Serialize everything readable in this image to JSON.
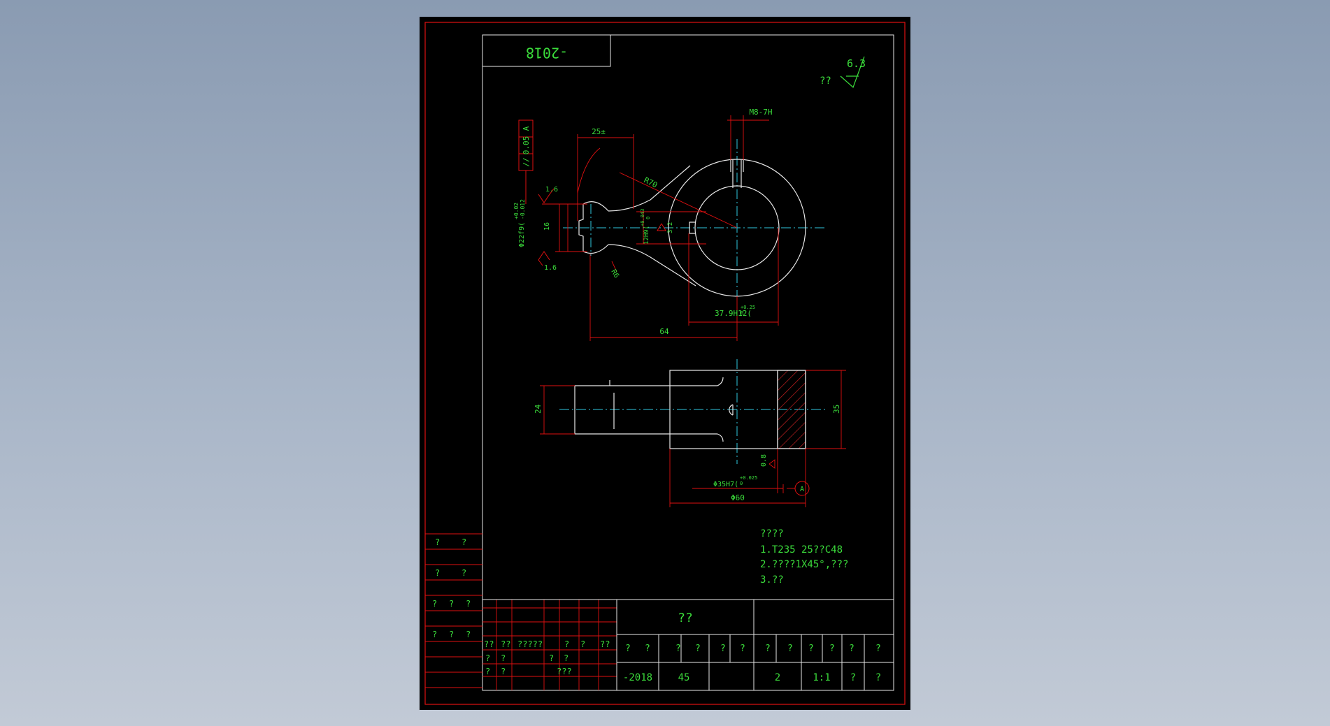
{
  "colors": {
    "frame": "#e01010",
    "border": "#e8e8e8",
    "text": "#3bdc3b",
    "center": "#30c8e0",
    "hatch": "#c02020"
  },
  "drawing_number": "-2018",
  "roughness": {
    "other_label": "??",
    "value": "6.3"
  },
  "dims": {
    "thread": "M8-7H",
    "width25": "25±",
    "radius70": "R70",
    "parallel": "// 0.05 A",
    "parallel_sym": "//",
    "parallel_val": "0.05",
    "parallel_ref": "A",
    "rough_upper": "1.6",
    "rough_lower": "1.6",
    "tol_upper": "+0.02",
    "tol_lower": "-0.012",
    "dia22": "Φ22f9(",
    "h16": "16",
    "r6": "R6",
    "w12": "12H9(",
    "w12_tol": "+0.043",
    "w12_tol2": "0",
    "rough32": "3.2",
    "d37": "37.9H12(",
    "d37_tol": "+0.25",
    "d37_tol2": "0",
    "d64": "64",
    "h24": "24",
    "h35": "35",
    "rough08": "0.8",
    "d35": "Φ35H7(",
    "d35_tol": "+0.025",
    "d35_tol2": "0",
    "d60": "Φ60",
    "datum": "A"
  },
  "notes": {
    "title": "????",
    "line1": "1.T235  25??C48",
    "line2": "2.????1X45°,???",
    "line3": "3.??"
  },
  "side_labels": {
    "r1": [
      "?",
      "?"
    ],
    "r2": [
      "?",
      "?"
    ],
    "r3": [
      "?",
      "?",
      "?"
    ],
    "r4": [
      "?",
      "?",
      "?"
    ]
  },
  "title_block": {
    "name": "??",
    "left_rows": [
      [
        "??",
        "??",
        "?????",
        "?",
        "?",
        "??"
      ],
      [
        "?",
        "?",
        "",
        "?",
        "?",
        ""
      ],
      [
        "?",
        "?",
        "",
        "???",
        "",
        ""
      ]
    ],
    "header": [
      "?",
      "?",
      "?",
      "?",
      "?",
      "?",
      "?",
      "?",
      "?",
      "?",
      "?",
      "?"
    ],
    "values": {
      "number": "-2018",
      "material": "45",
      "scale_blank": "",
      "qty": "2",
      "ratio": "1:1",
      "sheet": "?",
      "sheets": "?"
    }
  }
}
